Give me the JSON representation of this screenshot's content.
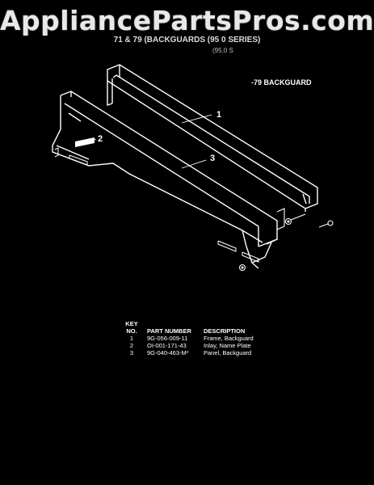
{
  "watermark": "AppliancePartsPros.com",
  "title": "71 & 79 (BACKGUARDS (95 0 SERIES)",
  "subtitle": "(95.0 S",
  "backguard_label": "-79 BACKGUARD",
  "callouts": [
    "1",
    "2",
    "3"
  ],
  "table": {
    "header": {
      "key_line1": "KEY",
      "key_line2": "NO.",
      "part_number": "PART NUMBER",
      "description": "DESCRIPTION"
    },
    "rows": [
      {
        "key": "1",
        "part_number": "9G-056-009-11",
        "description": "Frame, Backguard"
      },
      {
        "key": "2",
        "part_number": "OI-001-171-43",
        "description": "Inlay, Name Plate"
      },
      {
        "key": "3",
        "part_number": "9G-040-463-M*",
        "description": "Panel, Backguard"
      }
    ]
  }
}
